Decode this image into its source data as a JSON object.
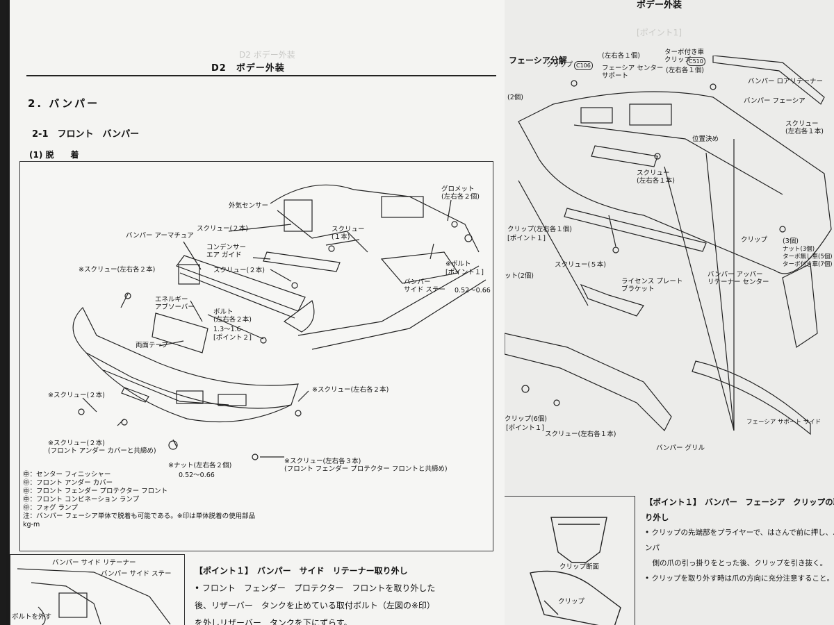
{
  "left": {
    "header": {
      "ghost": "D2 ボデー外装",
      "title": "D2　ボデー外装"
    },
    "section_title": "2. バンパー",
    "subsection": "2-1　フロント　バンパー",
    "step": "(1) 脱　　着",
    "labels": {
      "bumper_armature": "バンパー アーマチュア",
      "screw_ls2": "※スクリュー(左右各２本)",
      "screw2_a": "スクリュー(２本)",
      "condenser_guide": "コンデンサー\nエア ガイド",
      "temp_sensor": "外気センサー",
      "screw1": "スクリュー\n(１本)",
      "grommet": "グロメット\n(左右各２個)",
      "screw2_b": "スクリュー(２本)",
      "energy_absorber": "エネルギー\nアブソーバー",
      "bolt": "ボルト\n(左右各２本)",
      "bolt_torque": "1.3〜1.6",
      "bolt_point": "[ポイント２]",
      "double_tape": "両面テープ",
      "bolt_mark": "※ボルト",
      "bolt_point1": "[ポイント１]",
      "side_stay": "バンパー\nサイド ステー",
      "stay_torque": "0.52〜0.66",
      "screw2_c": "※スクリュー(２本)",
      "screw_ls2_b": "※スクリュー(左右各２本)",
      "screw2_d": "※スクリュー(２本)\n(フロント アンダー カバーと共締め)",
      "nut": "※ナット(左右各２個)",
      "nut_torque": "0.52〜0.66",
      "screw_ls3": "※スクリュー(左右各３本)\n(フロント フェンダー プロテクター フロントと共締め)"
    },
    "legend": [
      "㊥：センター フィニッシャー",
      "㊥：フロント アンダー カバー",
      "㊥：フロント フェンダー プロテクター フロント",
      "㊥：フロント コンビネーション ランプ",
      "㊥：フォグ ランプ"
    ],
    "note": "注：バンパー フェーシア単体で脱着も可能である。※印は単体脱着の使用部品",
    "unit": "kg-m",
    "bottom": {
      "retainer": "バンパー サイド リテーナー",
      "stay": "バンパー サイド ステー",
      "bolt_remove": "ボルトを外す",
      "point_title": "【ポイント１】　バンパー　サイド　リテーナー取り外し",
      "point_lines": [
        "• フロント　フェンダー　プロテクター　フロントを取り外した",
        "後、リザーバー　タンクを止めている取付ボルト（左図の※印）",
        "を外しリザーバー　タンクを下にずらす。"
      ]
    }
  },
  "right": {
    "header_fragment": "ボデー外装",
    "ghost_point": "[ポイント1]",
    "title": "フェーシア分解",
    "labels": {
      "clip_top": "クリップ",
      "clip_top_code": "C106",
      "clip_top_count": "(左右各１個)",
      "fascia_center_support": "フェーシア センター\nサポート",
      "turbo_clip": "ターボ付き車\nクリップ",
      "turbo_clip_code": "C510",
      "turbo_clip_count": "(左右各１個)",
      "bumper_retainer": "バンパー ロアリテーナー",
      "bumper_fascia": "バンパー フェーシア",
      "screw_ls1_a": "スクリュー\n(左右各１本)",
      "left_clip_2": "(2個)",
      "position_adjust": "位置決め",
      "screw_ls1_b": "スクリュー\n(左右各１本)",
      "clip_ls1": "クリップ(左右各１個)",
      "point1_a": "[ポイント１]",
      "clip_right": "クリップ",
      "clip_right_count": "(3個)",
      "nut_turbo": "ナット(3個)\nターボ無し車(5個)\nターボ付き車(7個)",
      "screw5": "スクリュー(５本)",
      "clip_2": "ット(2個)",
      "upper_retainer": "バンパー アッパー\nリテーナー センター",
      "license_bracket": "ライセンス プレート\nブラケット",
      "clip_6": "クリップ(6個)",
      "point1_b": "[ポイント１]",
      "screw_ls1_c": "スクリュー(左右各１本)",
      "fascia_support": "フェーシア サポート サイド",
      "grille": "バンパー グリル"
    },
    "point": {
      "title": "【ポイント１】　バンパー　フェーシア　クリップの取り外し",
      "lines": [
        "• クリップの先端部をプライヤーで、はさんで前に押し、バンパ",
        "　側の爪の引っ掛りをとった後、クリップを引き抜く。",
        "• クリップを取り外す時は爪の方向に充分注意すること。"
      ],
      "clip_section": "クリップ断面",
      "clip": "クリップ"
    }
  },
  "colors": {
    "paper_left": "#f4f4f2",
    "paper_right": "#ececea",
    "ink": "#111111",
    "background": "#1c1c1c"
  }
}
